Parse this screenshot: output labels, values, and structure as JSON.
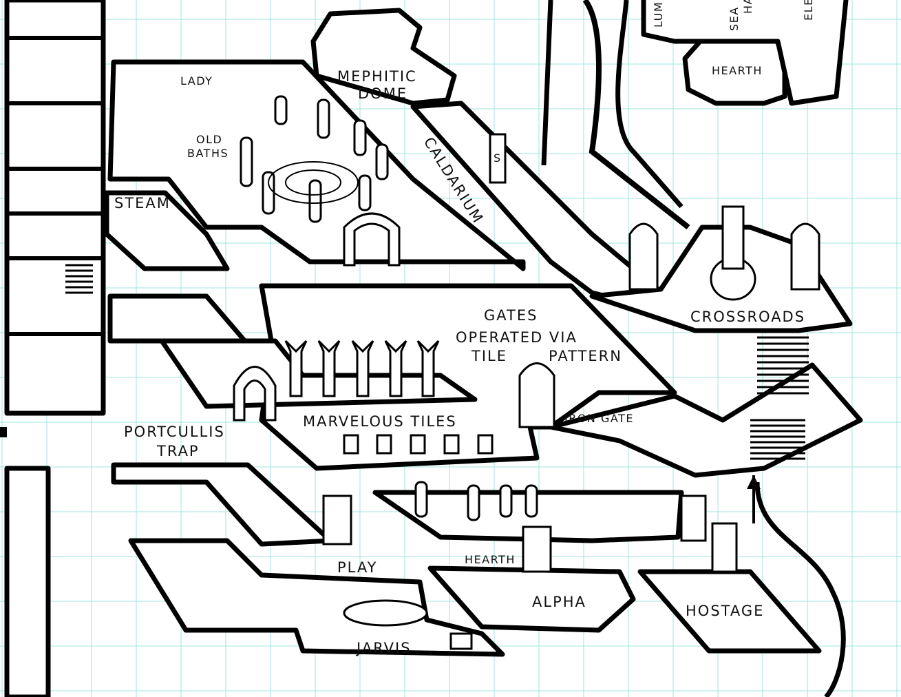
{
  "map": {
    "grid_color": "#9fe6e0",
    "ink_color": "#000000",
    "labels": {
      "lady": "LADY",
      "mephitic": "MEPHITIC",
      "dome": "DOME",
      "old": "OLD",
      "baths": "BATHS",
      "steam": "STEAM",
      "caldarium": "CALDARIUM",
      "gates": "GATES",
      "operated_via": "OPERATED VIA",
      "tile": "TILE",
      "pattern": "PATTERN",
      "crossroads": "CROSSROADS",
      "marvelous_tiles": "MARVELOUS TILES",
      "iron_gate": "IRON GATE",
      "portcullis": "PORTCULLIS",
      "trap": "TRAP",
      "play": "PLAY",
      "hearth_lower": "HEARTH",
      "alpha": "ALPHA",
      "hostage": "HOSTAGE",
      "jarvis": "JARVIS",
      "hearth_upper": "HEARTH",
      "lum_partial": "LUM",
      "sea_partial": "SEA",
      "ha_partial": "HA",
      "ele_partial": "ELE",
      "s_sign": "S"
    }
  }
}
